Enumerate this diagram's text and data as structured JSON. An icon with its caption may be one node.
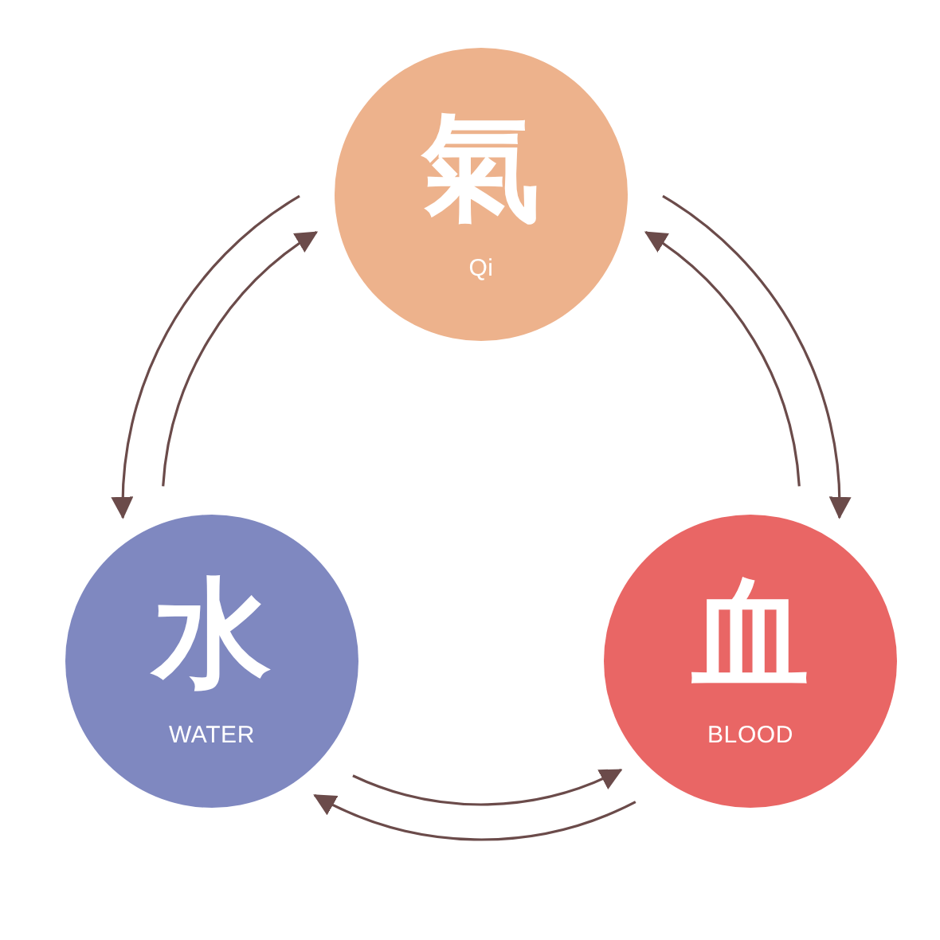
{
  "diagram": {
    "nodes": [
      {
        "text": [
          "氣",
          "Qi"
        ]
      },
      {
        "text": [
          "水",
          "WATER"
        ]
      },
      {
        "text": [
          "血",
          "BLOOD"
        ]
      }
    ],
    "edges": [
      {
        "from": 0,
        "to": 1,
        "arrow": "to"
      },
      {
        "from": 1,
        "to": 0,
        "arrow": "to"
      },
      {
        "from": 0,
        "to": 2,
        "arrow": "to"
      },
      {
        "from": 2,
        "to": 0,
        "arrow": "to"
      },
      {
        "from": 1,
        "to": 2,
        "arrow": "to"
      },
      {
        "from": 2,
        "to": 1,
        "arrow": "to"
      }
    ]
  }
}
